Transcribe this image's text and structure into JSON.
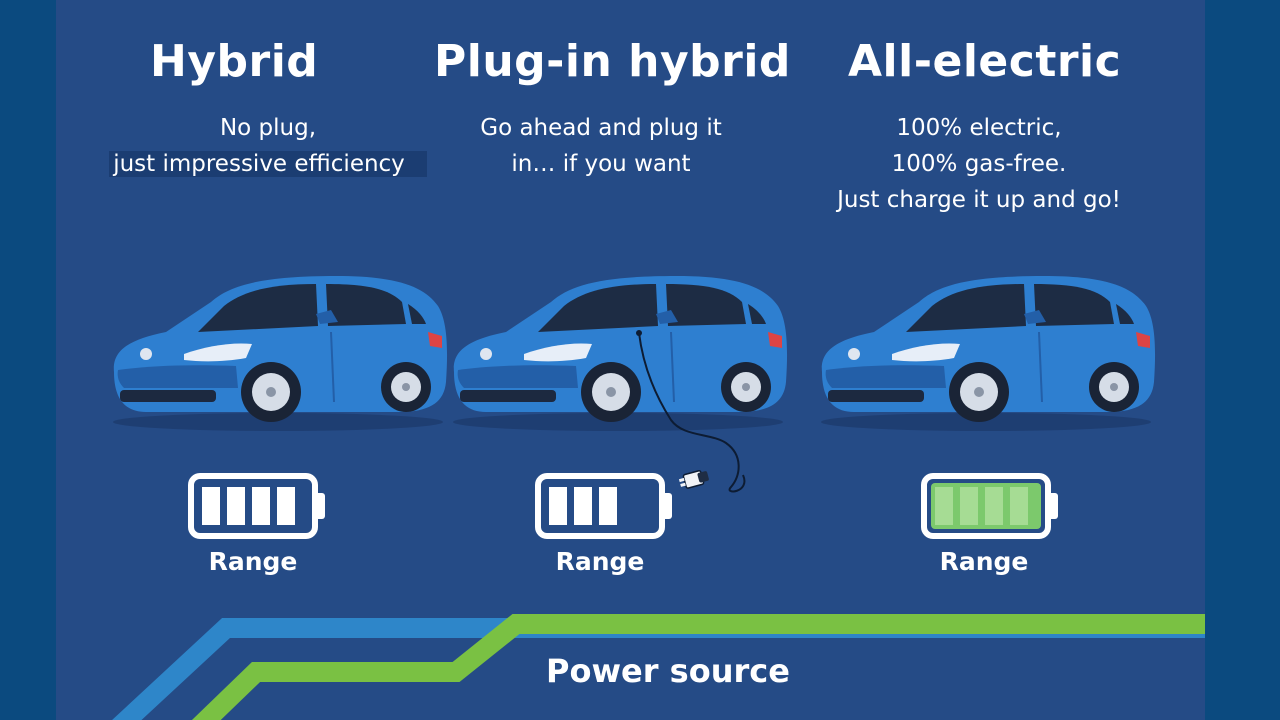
{
  "columns": [
    {
      "key": "hybrid",
      "title": "Hybrid",
      "lines": [
        "No plug,",
        "just impressive efficiency"
      ],
      "range_label": "Range",
      "battery_level": 4,
      "battery_fill": "#ffffff",
      "plugged": false
    },
    {
      "key": "plugin",
      "title": "Plug-in hybrid",
      "lines": [
        "Go ahead and plug it",
        "in… if you want"
      ],
      "range_label": "Range",
      "battery_level": 3,
      "battery_fill": "#ffffff",
      "plugged": true
    },
    {
      "key": "electric",
      "title": "All-electric",
      "lines": [
        "100% electric,",
        "100% gas-free.",
        "Just charge it up and go!"
      ],
      "range_label": "Range",
      "battery_level": 4,
      "battery_fill": "#7cc96c",
      "plugged": false
    }
  ],
  "footer": {
    "label": "Power source"
  },
  "colors": {
    "car": "#2e7fd0",
    "blue_line": "#2e86c9",
    "green_line": "#7ac143",
    "panel": "#254b86"
  }
}
